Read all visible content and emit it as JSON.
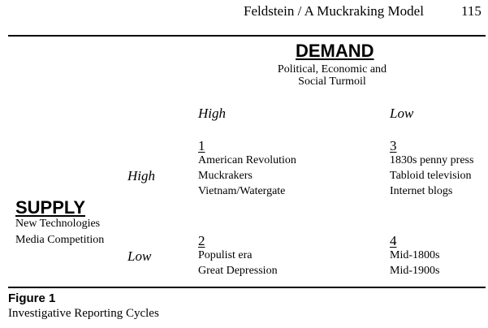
{
  "header": {
    "running_head": "Feldstein / A Muckraking Model",
    "page_number": "115"
  },
  "demand": {
    "title": "DEMAND",
    "subtitle": "Political, Economic and Social Turmoil"
  },
  "columns": {
    "high": "High",
    "low": "Low"
  },
  "rows": {
    "high": "High",
    "low": "Low"
  },
  "supply": {
    "title": "SUPPLY",
    "lines": [
      "New Technologies",
      "Media Competition"
    ]
  },
  "cells": {
    "c1": {
      "number": "1",
      "items": [
        "American Revolution",
        "Muckrakers",
        "Vietnam/Watergate"
      ]
    },
    "c2": {
      "number": "2",
      "items": [
        "Populist era",
        "Great Depression"
      ]
    },
    "c3": {
      "number": "3",
      "items": [
        "1830s penny press",
        "Tabloid television",
        "Internet blogs"
      ]
    },
    "c4": {
      "number": "4",
      "items": [
        "Mid-1800s",
        "Mid-1900s"
      ]
    }
  },
  "figure": {
    "label": "Figure 1",
    "caption": "Investigative Reporting Cycles"
  }
}
